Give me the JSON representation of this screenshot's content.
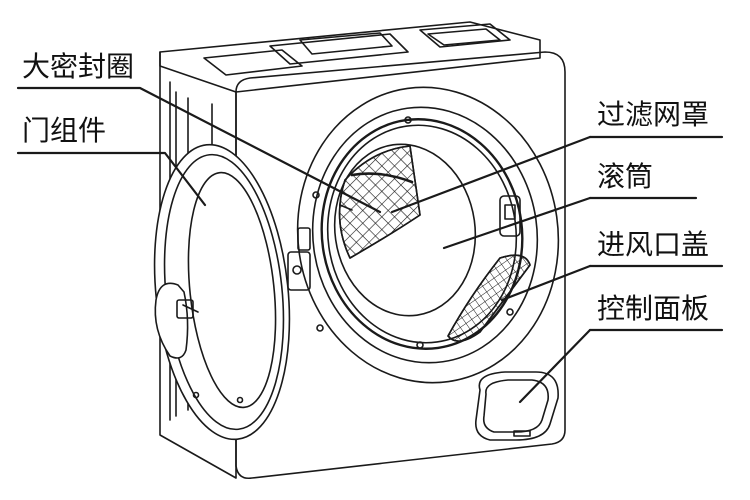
{
  "labels": {
    "large_seal": "大密封圈",
    "door_assembly": "门组件",
    "filter_cover": "过滤网罩",
    "drum": "滚筒",
    "air_inlet_cover": "进风口盖",
    "control_panel": "控制面板"
  },
  "colors": {
    "line": "#1a1a1a",
    "background": "#ffffff"
  }
}
